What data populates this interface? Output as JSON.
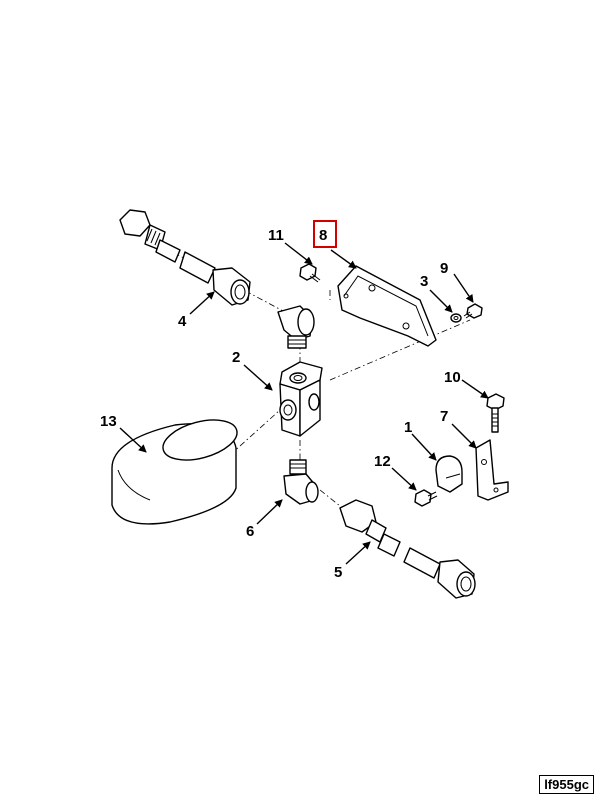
{
  "callouts": {
    "c1": "1",
    "c2": "2",
    "c3": "3",
    "c4": "4",
    "c5": "5",
    "c6": "6",
    "c7": "7",
    "c8": "8",
    "c9": "9",
    "c10": "10",
    "c11": "11",
    "c12": "12",
    "c13": "13"
  },
  "highlight_color": "#d40000",
  "figure_id": "lf955gc"
}
